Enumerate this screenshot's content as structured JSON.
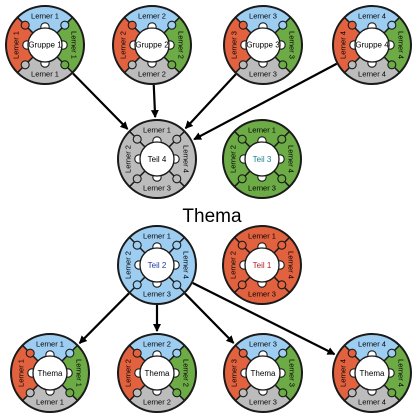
{
  "colors": {
    "blue": "#9dcdf0",
    "green": "#6cab45",
    "gray": "#bcbcbc",
    "red": "#e2623f",
    "outline": "#1a1a1a",
    "center_fill": "#ffffff",
    "teal_text": "#1a7f8c",
    "navy_text": "#1e3a9a",
    "crimson_text": "#b0202a"
  },
  "title": "Thema",
  "puzzles": [
    {
      "center": "Gruppe 1",
      "center_color": "#000000",
      "center_size": 6.5,
      "segments": [
        "Lerner 1",
        "Lerner 1",
        "Lerner 1",
        "Lerner 1"
      ],
      "seg_colors": [
        "blue",
        "green",
        "gray",
        "red"
      ]
    },
    {
      "center": "Gruppe 2",
      "center_color": "#000000",
      "center_size": 6.5,
      "segments": [
        "Lerner 2",
        "Lerner 2",
        "Lerner 2",
        "Lerner 2"
      ],
      "seg_colors": [
        "blue",
        "green",
        "gray",
        "red"
      ]
    },
    {
      "center": "Gruppe 3",
      "center_color": "#000000",
      "center_size": 6.5,
      "segments": [
        "Lerner 3",
        "Lerner 3",
        "Lerner 3",
        "Lerner 3"
      ],
      "seg_colors": [
        "blue",
        "green",
        "gray",
        "red"
      ]
    },
    {
      "center": "Gruppe 4",
      "center_color": "#000000",
      "center_size": 6.5,
      "segments": [
        "Lerner 4",
        "Lerner 4",
        "Lerner 4",
        "Lerner 4"
      ],
      "seg_colors": [
        "blue",
        "green",
        "gray",
        "red"
      ]
    },
    {
      "center": "Teil 4",
      "center_color": "#000000",
      "center_size": 9,
      "segments": [
        "Lerner 1",
        "Lerner 4",
        "Lerner 3",
        "Lerner 2"
      ],
      "seg_colors": [
        "gray",
        "gray",
        "gray",
        "gray"
      ]
    },
    {
      "center": "Teil 3",
      "center_color": "#1a7f8c",
      "center_size": 9,
      "segments": [
        "Lerner 1",
        "Lerner 4",
        "Lerner 3",
        "Lerner 2"
      ],
      "seg_colors": [
        "green",
        "green",
        "green",
        "green"
      ]
    },
    {
      "center": "Teil 2",
      "center_color": "#1e3a9a",
      "center_size": 9,
      "segments": [
        "Lerner 1",
        "Lerner 4",
        "Lerner 3",
        "Lerner 2"
      ],
      "seg_colors": [
        "blue",
        "blue",
        "blue",
        "blue"
      ]
    },
    {
      "center": "Teil 1",
      "center_color": "#b0202a",
      "center_size": 9,
      "segments": [
        "Lerner 1",
        "Lerner 4",
        "Lerner 3",
        "Lerner 2"
      ],
      "seg_colors": [
        "red",
        "red",
        "red",
        "red"
      ]
    },
    {
      "center": "Thema",
      "center_color": "#000000",
      "center_size": 8,
      "segments": [
        "Lerner 1",
        "Lerner 1",
        "Lerner 1",
        "Lerner 1"
      ],
      "seg_colors": [
        "blue",
        "green",
        "gray",
        "red"
      ]
    },
    {
      "center": "Thema",
      "center_color": "#000000",
      "center_size": 8,
      "segments": [
        "Lerner 2",
        "Lerner 2",
        "Lerner 2",
        "Lerner 2"
      ],
      "seg_colors": [
        "blue",
        "green",
        "gray",
        "red"
      ]
    },
    {
      "center": "Thema",
      "center_color": "#000000",
      "center_size": 8,
      "segments": [
        "Lerner 3",
        "Lerner 3",
        "Lerner 3",
        "Lerner 3"
      ],
      "seg_colors": [
        "blue",
        "green",
        "gray",
        "red"
      ]
    },
    {
      "center": "Thema",
      "center_color": "#000000",
      "center_size": 8,
      "segments": [
        "Lerner 4",
        "Lerner 4",
        "Lerner 4",
        "Lerner 4"
      ],
      "seg_colors": [
        "blue",
        "green",
        "gray",
        "red"
      ]
    }
  ],
  "arrows": [
    {
      "from": 0,
      "to": 4
    },
    {
      "from": 1,
      "to": 4
    },
    {
      "from": 2,
      "to": 4
    },
    {
      "from": 3,
      "to": 4
    },
    {
      "from": 6,
      "to": 8
    },
    {
      "from": 6,
      "to": 9
    },
    {
      "from": 6,
      "to": 10
    },
    {
      "from": 6,
      "to": 11
    }
  ]
}
